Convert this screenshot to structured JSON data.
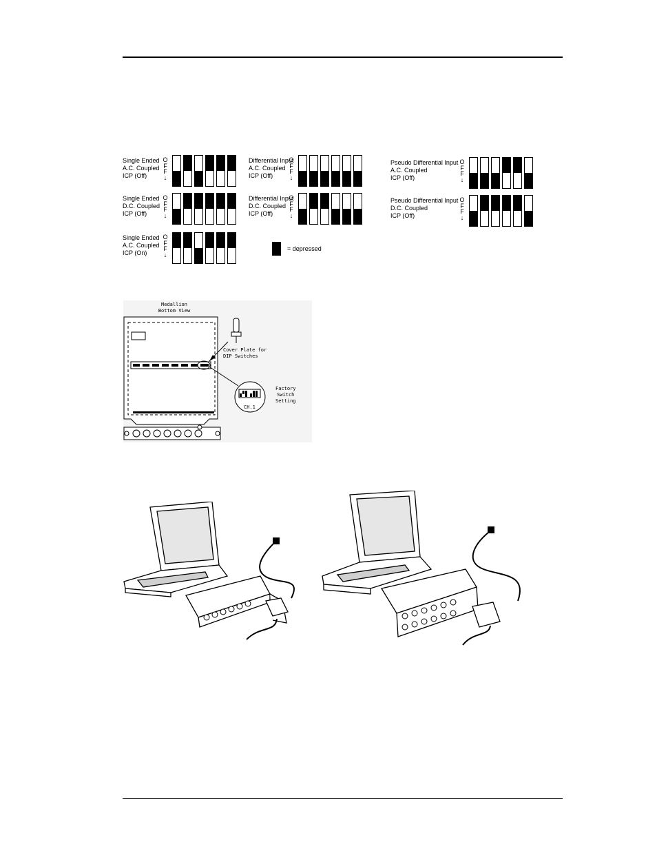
{
  "switch_configs": [
    {
      "label": "Single Ended\nA.C. Coupled\nICP (Off)",
      "off_label": "O\nF\nF\n↓",
      "states": [
        "down",
        "up",
        "down",
        "up",
        "up",
        "up"
      ]
    },
    {
      "label": "Differential Input\nA.C. Coupled\nICP (Off)",
      "off_label": "O\nF\nF\n↓",
      "states": [
        "down",
        "down",
        "down",
        "down",
        "down",
        "down"
      ]
    },
    {
      "label": "Pseudo Differential Input\nA.C. Coupled\nICP (Off)",
      "off_label": "O\nF\nF\n↓",
      "states": [
        "down",
        "down",
        "down",
        "up",
        "up",
        "down"
      ]
    },
    {
      "label": "Single Ended\nD.C. Coupled\nICP (Off)",
      "off_label": "O\nF\nF\n↓",
      "states": [
        "down",
        "up",
        "up",
        "up",
        "up",
        "up"
      ]
    },
    {
      "label": "Differential Input\nD.C. Coupled\nICP (Off)",
      "off_label": "O\nF\nF\n↓",
      "states": [
        "down",
        "up",
        "up",
        "down",
        "down",
        "down"
      ]
    },
    {
      "label": "Pseudo Differential Input\nD.C. Coupled\nICP (Off)",
      "off_label": "O\nF\nF\n↓",
      "states": [
        "down",
        "up",
        "up",
        "up",
        "up",
        "down"
      ]
    },
    {
      "label": "Single Ended\nA.C. Coupled\nICP (On)",
      "off_label": "O\nF\nF\n↓",
      "states": [
        "up",
        "up",
        "down",
        "up",
        "up",
        "up"
      ]
    }
  ],
  "legend": {
    "text": "= depressed"
  },
  "medallion_figure": {
    "title": "Medallion\nBottom View",
    "cover_plate": "Cover Plate for\nDIP Switches",
    "factory": "Factory\nSwitch\nSetting",
    "channel": "CH.1"
  }
}
